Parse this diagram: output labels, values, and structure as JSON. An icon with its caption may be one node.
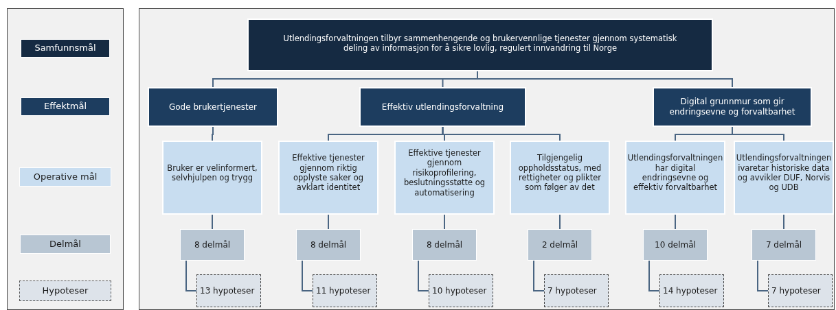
{
  "diagram": {
    "nodes": [
      {
        "text": [],
        "shape": "box"
      },
      {
        "text": [
          "Samfunnsmål"
        ],
        "in": 0
      },
      {
        "text": [
          "Effektmål"
        ],
        "in": 0
      },
      {
        "text": [
          "Operative mål"
        ],
        "in": 0
      },
      {
        "text": [
          "Delmål"
        ],
        "in": 0
      },
      {
        "text": [
          "Hypoteser"
        ],
        "in": 0
      },
      {
        "text": [],
        "shape": "box"
      },
      {
        "text": [
          "Utlendingsforvaltningen tilbyr sammenhengende og brukervennlige tjenester gjennom systematisk deling av informasjon for å sikre lovlig, regulert innvandring til Norge"
        ],
        "in": 6
      },
      {
        "text": [
          "Gode brukertjenester"
        ],
        "in": 6
      },
      {
        "text": [
          "Effektiv utlendingsforvaltning"
        ],
        "in": 6
      },
      {
        "text": [
          "Digital grunnmur som gir endringsevne og forvaltbarhet"
        ],
        "in": 6
      },
      {
        "text": [
          "Bruker er velinformert, selvhjulpen og trygg"
        ],
        "in": 6
      },
      {
        "text": [
          "Effektive tjenester gjennom riktig opplyste saker og avklart identitet"
        ],
        "in": 6
      },
      {
        "text": [
          "Effektive tjenester gjennom risikoprofilering, beslutningsstøtte og automatisering"
        ],
        "in": 6
      },
      {
        "text": [
          "Tilgjengelig oppholdsstatus, med rettigheter og plikter som følger av det"
        ],
        "in": 6
      },
      {
        "text": [
          "Utlendingsforvaltningen har digital endringsevne og effektiv forvaltbarhet"
        ],
        "in": 6
      },
      {
        "text": [
          "Utlendingsforvaltningen ivaretar historiske data og avvikler DUF, Norvis og UDB"
        ],
        "in": 6
      },
      {
        "text": [
          "8 delmål"
        ],
        "in": 6
      },
      {
        "text": [
          "8 delmål"
        ],
        "in": 6
      },
      {
        "text": [
          "8 delmål"
        ],
        "in": 6
      },
      {
        "text": [
          "2 delmål"
        ],
        "in": 6
      },
      {
        "text": [
          "10 delmål"
        ],
        "in": 6
      },
      {
        "text": [
          "7 delmål"
        ],
        "in": 6
      },
      {
        "text": [
          "13 hypoteser"
        ],
        "in": 6
      },
      {
        "text": [
          "11 hypoteser"
        ],
        "in": 6
      },
      {
        "text": [
          "10 hypoteser"
        ],
        "in": 6
      },
      {
        "text": [
          "7 hypoteser"
        ],
        "in": 6
      },
      {
        "text": [
          "14 hypoteser"
        ],
        "in": 6
      },
      {
        "text": [
          "7 hypoteser"
        ],
        "in": 6
      }
    ],
    "edges": [
      {
        "from": 7,
        "to": 8,
        "arrow": "none"
      },
      {
        "from": 7,
        "to": 9,
        "arrow": "none"
      },
      {
        "from": 7,
        "to": 10,
        "arrow": "none"
      },
      {
        "from": 8,
        "to": 11,
        "arrow": "none"
      },
      {
        "from": 9,
        "to": 12,
        "arrow": "none"
      },
      {
        "from": 9,
        "to": 13,
        "arrow": "none"
      },
      {
        "from": 9,
        "to": 14,
        "arrow": "none"
      },
      {
        "from": 10,
        "to": 15,
        "arrow": "none"
      },
      {
        "from": 10,
        "to": 16,
        "arrow": "none"
      },
      {
        "from": 11,
        "to": 17,
        "arrow": "none"
      },
      {
        "from": 12,
        "to": 18,
        "arrow": "none"
      },
      {
        "from": 13,
        "to": 19,
        "arrow": "none"
      },
      {
        "from": 14,
        "to": 20,
        "arrow": "none"
      },
      {
        "from": 15,
        "to": 21,
        "arrow": "none"
      },
      {
        "from": 16,
        "to": 22,
        "arrow": "none"
      },
      {
        "from": 17,
        "to": 23,
        "arrow": "none"
      },
      {
        "from": 18,
        "to": 24,
        "arrow": "none"
      },
      {
        "from": 19,
        "to": 25,
        "arrow": "none"
      },
      {
        "from": 20,
        "to": 26,
        "arrow": "none"
      },
      {
        "from": 21,
        "to": 27,
        "arrow": "none"
      },
      {
        "from": 22,
        "to": 28,
        "arrow": "none"
      }
    ]
  }
}
